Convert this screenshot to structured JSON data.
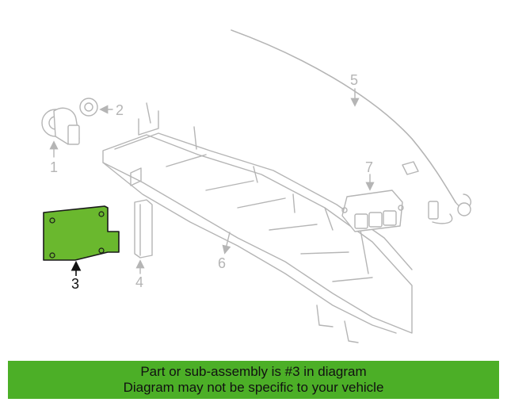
{
  "diagram": {
    "callouts": {
      "c1": "1",
      "c2": "2",
      "c3": "3",
      "c4": "4",
      "c5": "5",
      "c6": "6",
      "c7": "7"
    },
    "highlight_color": "#6ab82e"
  },
  "banner": {
    "line1": "Part or sub-assembly is #3 in diagram",
    "line2": "Diagram may not be specific to your vehicle",
    "background": "#4caf27"
  }
}
